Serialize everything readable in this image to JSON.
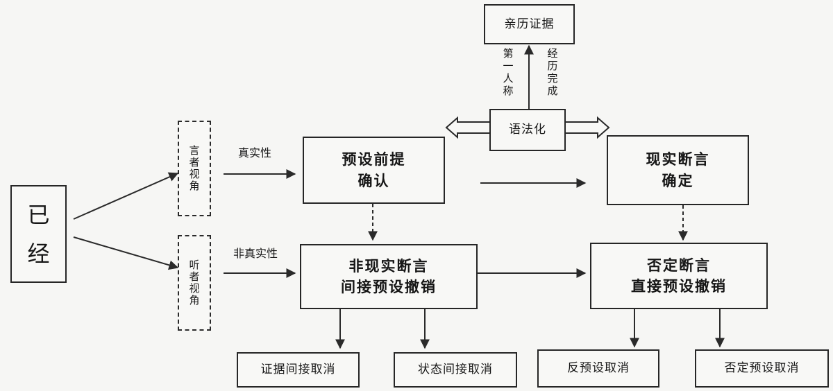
{
  "nodes": {
    "yijing": "已经",
    "speaker": "言者视角",
    "hearer": "听者视角",
    "presup_confirm": [
      "预设前提",
      "确认"
    ],
    "realis_assert": [
      "现实断言",
      "确定"
    ],
    "irrealis": [
      "非现实断言",
      "间接预设撤销"
    ],
    "negation": [
      "否定断言",
      "直接预设撤销"
    ],
    "evidence_exp": "亲历证据",
    "grammaticalization": "语法化",
    "leaf_evidential": "证据间接取消",
    "leaf_state": "状态间接取消",
    "leaf_counter": "反预设取消",
    "leaf_negative": "否定预设取消"
  },
  "labels": {
    "truth": "真实性",
    "non_truth": "非真实性",
    "first_person": "第一人称",
    "experience_complete": "经历完成"
  },
  "colors": {
    "line": "#2a2a2a",
    "box_border": "#262626",
    "background": "#f6f6f4"
  }
}
